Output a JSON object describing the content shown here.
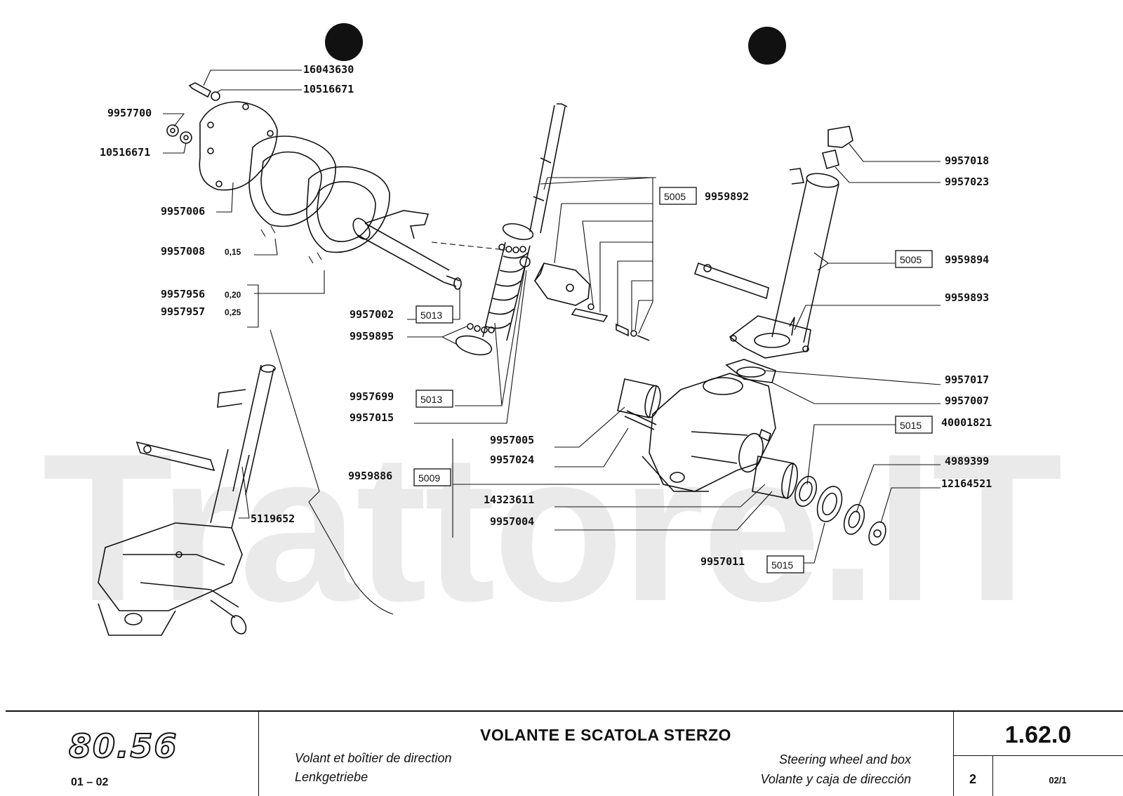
{
  "watermark": "Trattore.IT",
  "callouts": [
    {
      "id": "c01",
      "text": "16043630"
    },
    {
      "id": "c02",
      "text": "10516671"
    },
    {
      "id": "c03",
      "text": "9957700"
    },
    {
      "id": "c04",
      "text": "10516671"
    },
    {
      "id": "c05",
      "text": "9957006"
    },
    {
      "id": "c06",
      "text": "9957008"
    },
    {
      "id": "c07",
      "text": "9957956"
    },
    {
      "id": "c08",
      "text": "9957957"
    },
    {
      "id": "c09",
      "text": "9957002"
    },
    {
      "id": "c10",
      "text": "9959895"
    },
    {
      "id": "c11",
      "text": "9957699"
    },
    {
      "id": "c12",
      "text": "9957015"
    },
    {
      "id": "c13",
      "text": "9959886"
    },
    {
      "id": "c14",
      "text": "9957005"
    },
    {
      "id": "c15",
      "text": "9957024"
    },
    {
      "id": "c16",
      "text": "14323611"
    },
    {
      "id": "c17",
      "text": "9957004"
    },
    {
      "id": "c18",
      "text": "9957011"
    },
    {
      "id": "c19",
      "text": "5119652"
    },
    {
      "id": "c20",
      "text": "9959892"
    },
    {
      "id": "c21",
      "text": "9957018"
    },
    {
      "id": "c22",
      "text": "9957023"
    },
    {
      "id": "c23",
      "text": "9959894"
    },
    {
      "id": "c24",
      "text": "9959893"
    },
    {
      "id": "c25",
      "text": "9957017"
    },
    {
      "id": "c26",
      "text": "9957007"
    },
    {
      "id": "c27",
      "text": "40001821"
    },
    {
      "id": "c28",
      "text": "4989399"
    },
    {
      "id": "c29",
      "text": "12164521"
    }
  ],
  "thickness": [
    {
      "id": "t1",
      "text": "0,15"
    },
    {
      "id": "t2",
      "text": "0,20"
    },
    {
      "id": "t3",
      "text": "0,25"
    }
  ],
  "kit_codes": [
    {
      "id": "k1",
      "text": "5005"
    },
    {
      "id": "k2",
      "text": "5013"
    },
    {
      "id": "k3",
      "text": "5013"
    },
    {
      "id": "k4",
      "text": "5009"
    },
    {
      "id": "k5",
      "text": "5015"
    },
    {
      "id": "k6",
      "text": "5005"
    },
    {
      "id": "k7",
      "text": "5015"
    }
  ],
  "footer": {
    "logo": "80.56",
    "serial_range": "01 – 02",
    "title": "VOLANTE E SCATOLA STERZO",
    "subtitle_fr": "Volant et boîtier de direction",
    "subtitle_de": "Lenkgetriebe",
    "subtitle_en": "Steering wheel and box",
    "subtitle_es": "Volante y caja de dirección",
    "ref_number": "1.62.0",
    "page": "2",
    "edition": "02/1"
  }
}
